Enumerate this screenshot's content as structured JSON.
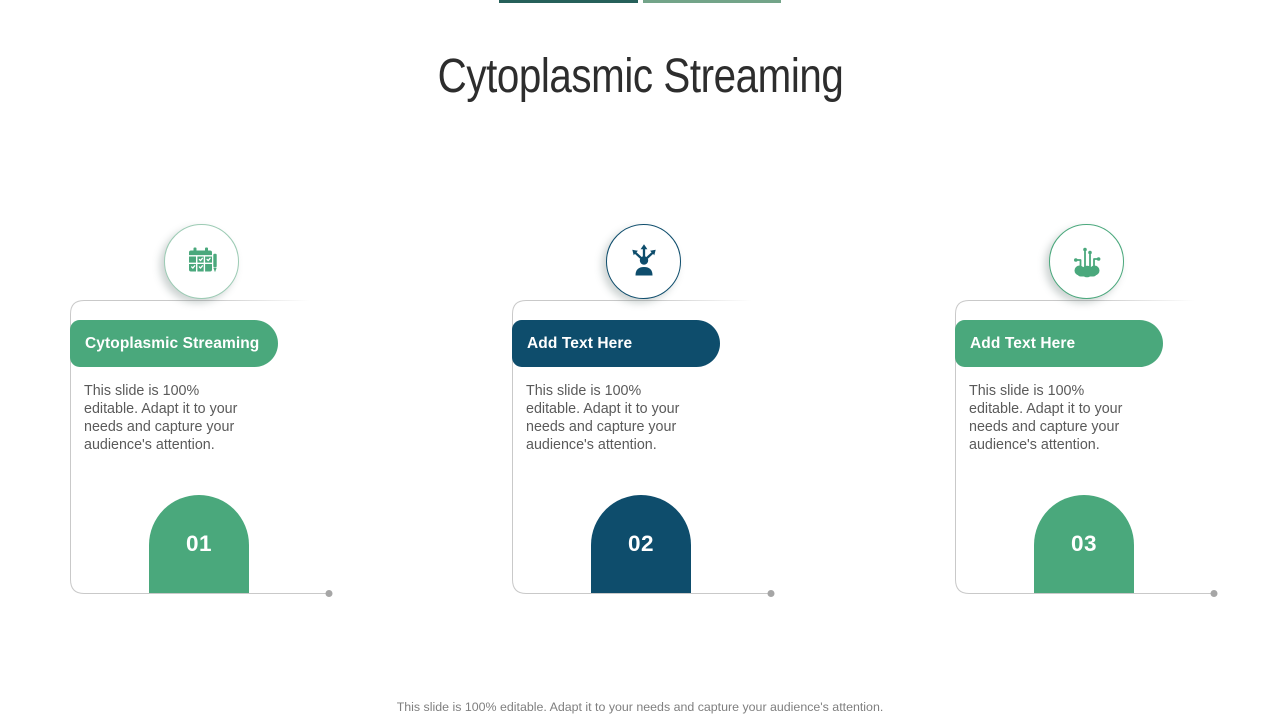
{
  "slide": {
    "title": "Cytoplasmic Streaming",
    "footer": "This slide is 100% editable. Adapt it to your needs and capture your audience's attention.",
    "top_bars": {
      "left_color": "#26605a",
      "right_color": "#73a489"
    },
    "outline_color": "#c9c9c9",
    "dot_color": "#a6a6a6",
    "cards": [
      {
        "number": "01",
        "label": "Cytoplasmic Streaming",
        "body": "This slide is 100%\neditable. Adapt it to your\nneeds and capture your\naudience's attention.",
        "accent": "#4aa87c",
        "circle_border": "#9ccbb4",
        "icon": "calendar-checklist-pen-icon"
      },
      {
        "number": "02",
        "label": "Add Text Here",
        "body": "This slide is 100%\neditable. Adapt it to your\nneeds and capture your\naudience's attention.",
        "accent": "#0e4d6c",
        "circle_border": "#0e4d6c",
        "icon": "person-direction-arrows-icon"
      },
      {
        "number": "03",
        "label": "Add Text Here",
        "body": "This slide is 100%\neditable. Adapt it to your\nneeds and capture your\naudience's attention.",
        "accent": "#4aa87c",
        "circle_border": "#4aa87c",
        "icon": "circuit-cloud-icon"
      }
    ]
  }
}
